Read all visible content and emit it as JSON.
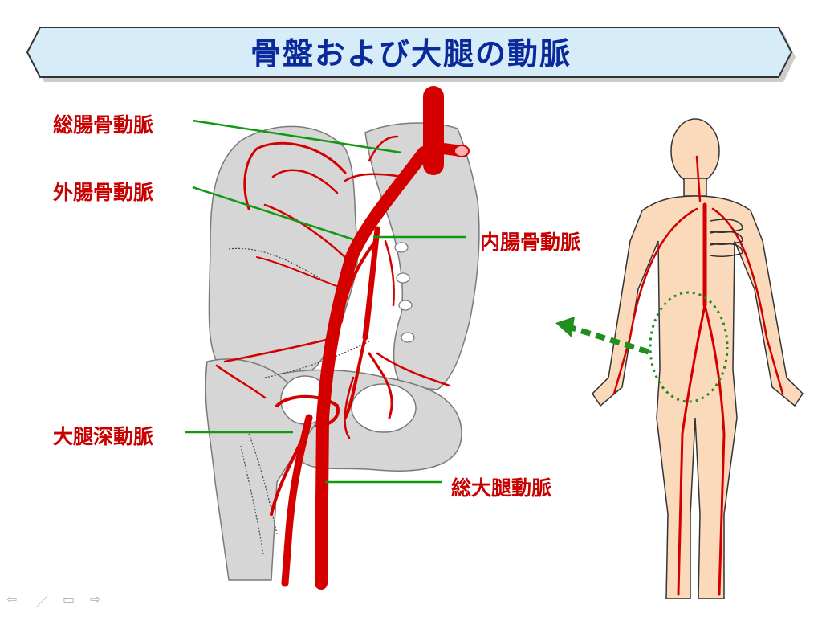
{
  "title": "骨盤および大腿の動脈",
  "labels": {
    "common_iliac": "総腸骨動脈",
    "external_iliac": "外腸骨動脈",
    "internal_iliac": "内腸骨動脈",
    "deep_femoral": "大腿深動脈",
    "common_femoral": "総大腿動脈"
  },
  "colors": {
    "artery": "#d40000",
    "label_red": "#c80000",
    "label_leader": "#119911",
    "title_text": "#0a2a9c",
    "banner_fill": "#d6ecf8",
    "bone": "#d6d6d6",
    "skin": "#fbd9bb",
    "pointer_arrow": "#1f8f1f"
  },
  "icons": {
    "nav_prev": "left-arrow-icon",
    "nav_pen": "pen-icon",
    "nav_menu": "menu-icon",
    "nav_next": "right-arrow-icon"
  }
}
